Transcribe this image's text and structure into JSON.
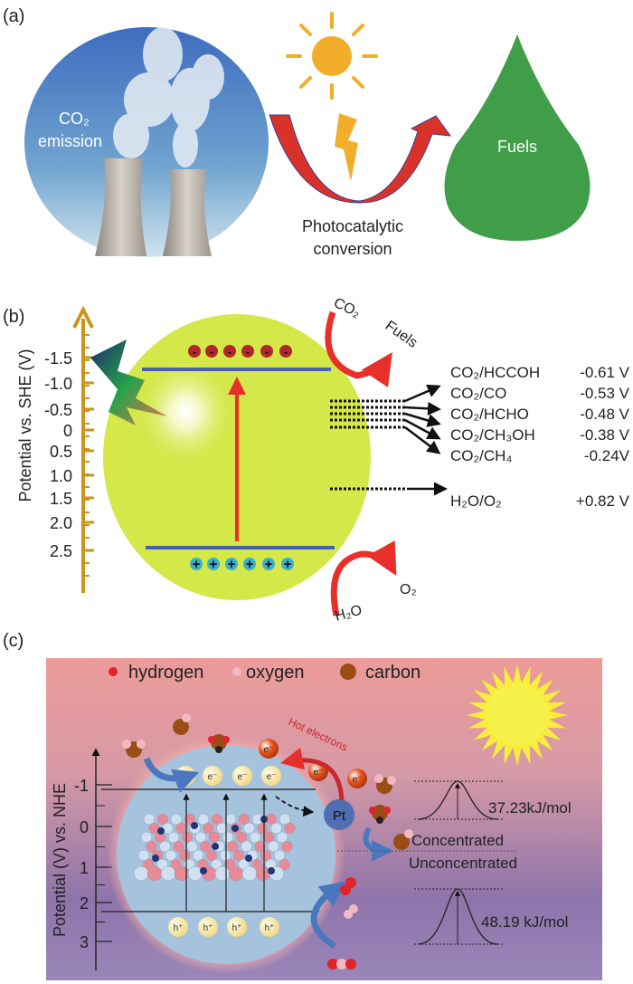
{
  "panel_a": {
    "label": "(a)",
    "co2_label": "CO₂",
    "emission_label": "emission",
    "process_line1": "Photocatalytic",
    "process_line2": "conversion",
    "fuels_label": "Fuels",
    "colors": {
      "drop": "#3f9e47",
      "sun": "#f0ae2b",
      "arrow": "#d9322a",
      "sky": "#4f7fc4"
    }
  },
  "panel_b": {
    "label": "(b)",
    "axis_title": "Potential vs. SHE (V)",
    "ticks": [
      "-1.5",
      "-1.0",
      "-0.5",
      "0",
      "0.5",
      "1.0",
      "1.5",
      "2.0",
      "2.5"
    ],
    "co2_in": "CO₂",
    "fuels_out": "Fuels",
    "h2o_in": "H₂O",
    "o2_out": "O₂",
    "electrons": [
      "-",
      "-",
      "-",
      "-",
      "-",
      "-"
    ],
    "holes": [
      "+",
      "+",
      "+",
      "+",
      "+",
      "+"
    ],
    "couples": [
      {
        "name": "CO₂/HCCOH",
        "potential": "-0.61 V"
      },
      {
        "name": "CO₂/CO",
        "potential": "-0.53 V"
      },
      {
        "name": "CO₂/HCHO",
        "potential": "-0.48 V"
      },
      {
        "name": "CO₂/CH₃OH",
        "potential": "-0.38 V"
      },
      {
        "name": "CO₂/CH₄",
        "potential": "-0.24V"
      },
      {
        "name": "H₂O/O₂",
        "potential": "+0.82 V"
      }
    ],
    "colors": {
      "particle": "#d4e84a",
      "band": "#4a5fb0",
      "arrow": "#e8302a",
      "axis": "#c8961e"
    }
  },
  "panel_c": {
    "label": "(c)",
    "legend": [
      {
        "name": "hydrogen",
        "color": "#e0242a"
      },
      {
        "name": "oxygen",
        "color": "#f2b9c2"
      },
      {
        "name": "carbon",
        "color": "#9a4d14"
      }
    ],
    "axis_title": "Potential (V) vs. NHE",
    "ticks": [
      "-1",
      "0",
      "1",
      "2",
      "3"
    ],
    "electron_label": "e⁻",
    "hole_label": "h⁺",
    "pt_label": "Pt",
    "hot_electrons": "Hot electrons",
    "barrier_1": "37.23kJ/mol",
    "barrier_2": "48.19 kJ/mol",
    "concentrated": "Concentrated",
    "unconcentrated": "Unconcentrated"
  }
}
